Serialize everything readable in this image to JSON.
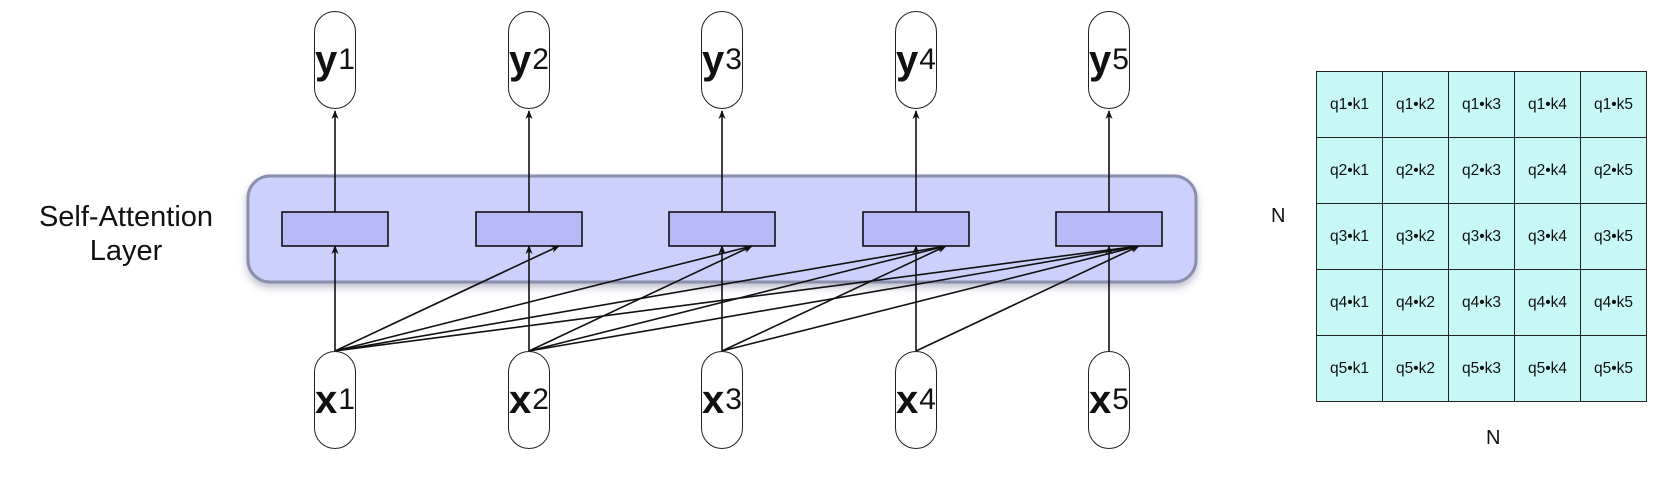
{
  "layer_label": [
    "Self-Attention",
    "Layer"
  ],
  "outputs": [
    {
      "symbol": "y",
      "index": "1"
    },
    {
      "symbol": "y",
      "index": "2"
    },
    {
      "symbol": "y",
      "index": "3"
    },
    {
      "symbol": "y",
      "index": "4"
    },
    {
      "symbol": "y",
      "index": "5"
    }
  ],
  "inputs": [
    {
      "symbol": "x",
      "index": "1"
    },
    {
      "symbol": "x",
      "index": "2"
    },
    {
      "symbol": "x",
      "index": "3"
    },
    {
      "symbol": "x",
      "index": "4"
    },
    {
      "symbol": "x",
      "index": "5"
    }
  ],
  "matrix": {
    "rows": [
      [
        "q1•k1",
        "q1•k2",
        "q1•k3",
        "q1•k4",
        "q1•k5"
      ],
      [
        "q2•k1",
        "q2•k2",
        "q2•k3",
        "q2•k4",
        "q2•k5"
      ],
      [
        "q3•k1",
        "q3•k2",
        "q3•k3",
        "q3•k4",
        "q3•k5"
      ],
      [
        "q4•k1",
        "q4•k2",
        "q4•k3",
        "q4•k4",
        "q4•k5"
      ],
      [
        "q5•k1",
        "q5•k2",
        "q5•k3",
        "q5•k4",
        "q5•k5"
      ]
    ],
    "row_axis_label": "N",
    "col_axis_label": "N"
  },
  "colors": {
    "layer_fill": "#cdd0fb",
    "layer_border": "#8a8fad",
    "unit_fill": "#b8baf8",
    "matrix_fill": "#c7f8f6",
    "stroke": "#111111"
  }
}
